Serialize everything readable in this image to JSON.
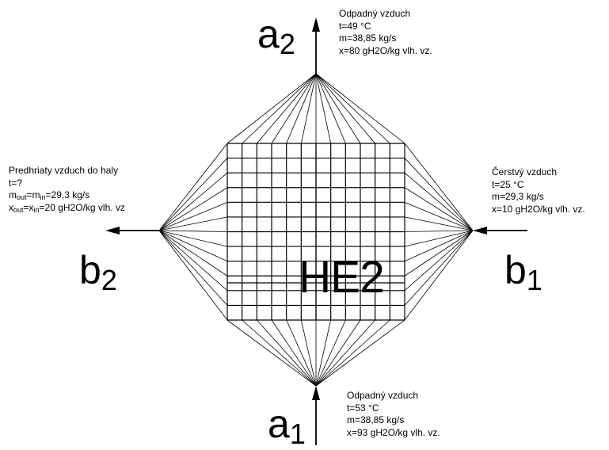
{
  "exchanger_label": "HE2",
  "ports": {
    "a1": {
      "letter": "a",
      "index": "1"
    },
    "a2": {
      "letter": "a",
      "index": "2"
    },
    "b1": {
      "letter": "b",
      "index": "1"
    },
    "b2": {
      "letter": "b",
      "index": "2"
    }
  },
  "top_right": {
    "title": "Odpadný vzduch",
    "t": "t=49 °C",
    "m": "m=38,85 kg/s",
    "x": "x=80 gH2O/kg vlh. vz."
  },
  "right": {
    "title": "Čerstvý vzduch",
    "t": "t=25 °C",
    "m": "m=29,3 kg/s",
    "x": "x=10 gH2O/kg vlh. vz."
  },
  "left": {
    "title": "Predhriaty vzduch do haly",
    "t": "t=?",
    "m_lhs": "m",
    "m_lhs_sub": "out",
    "m_rhs": "=m",
    "m_rhs_sub": "in",
    "m_val": "=29,3 kg/s",
    "x_lhs": "x",
    "x_lhs_sub": "out",
    "x_rhs": "=x",
    "x_rhs_sub": "in",
    "x_val": "=20 gH2O/kg vlh. vz"
  },
  "bottom_right": {
    "title": "Odpadný vzduch",
    "t": "t=53 °C",
    "m": "m=38,85 kg/s",
    "x": "x=93 gH2O/kg vlh. vz."
  }
}
